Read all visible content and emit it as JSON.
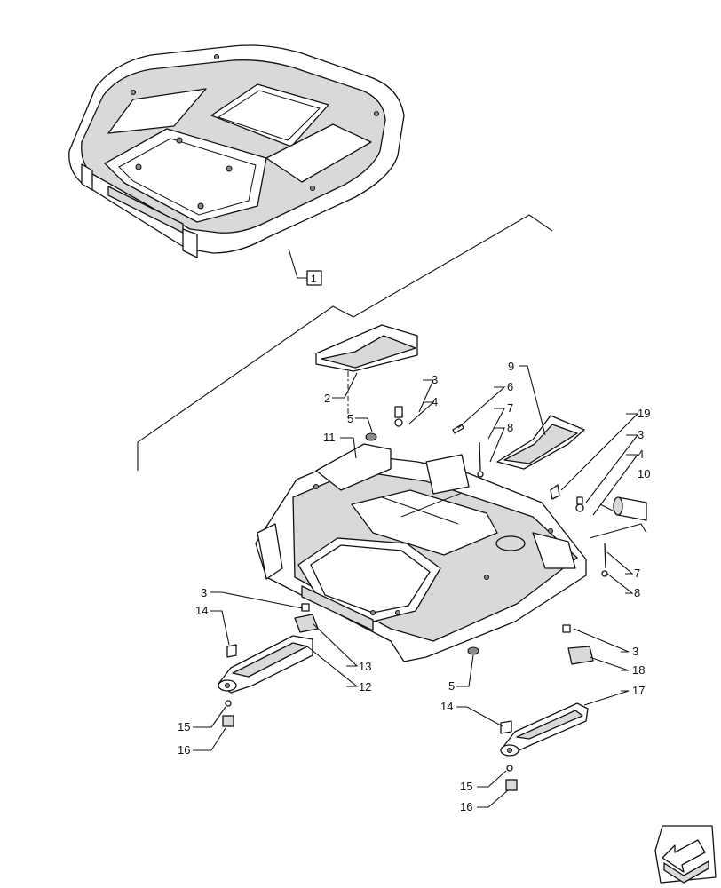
{
  "callouts": {
    "c1": "1",
    "c2": "2",
    "c3": "3",
    "c4": "4",
    "c5": "5",
    "c6": "6",
    "c7": "7",
    "c8": "8",
    "c9": "9",
    "c10": "10",
    "c11": "11",
    "c12": "12",
    "c13": "13",
    "c14": "14",
    "c15": "15",
    "c16": "16",
    "c17": "17",
    "c18": "18",
    "c19": "19"
  },
  "icons": {
    "navigation": "previous-page-arrow-icon"
  }
}
